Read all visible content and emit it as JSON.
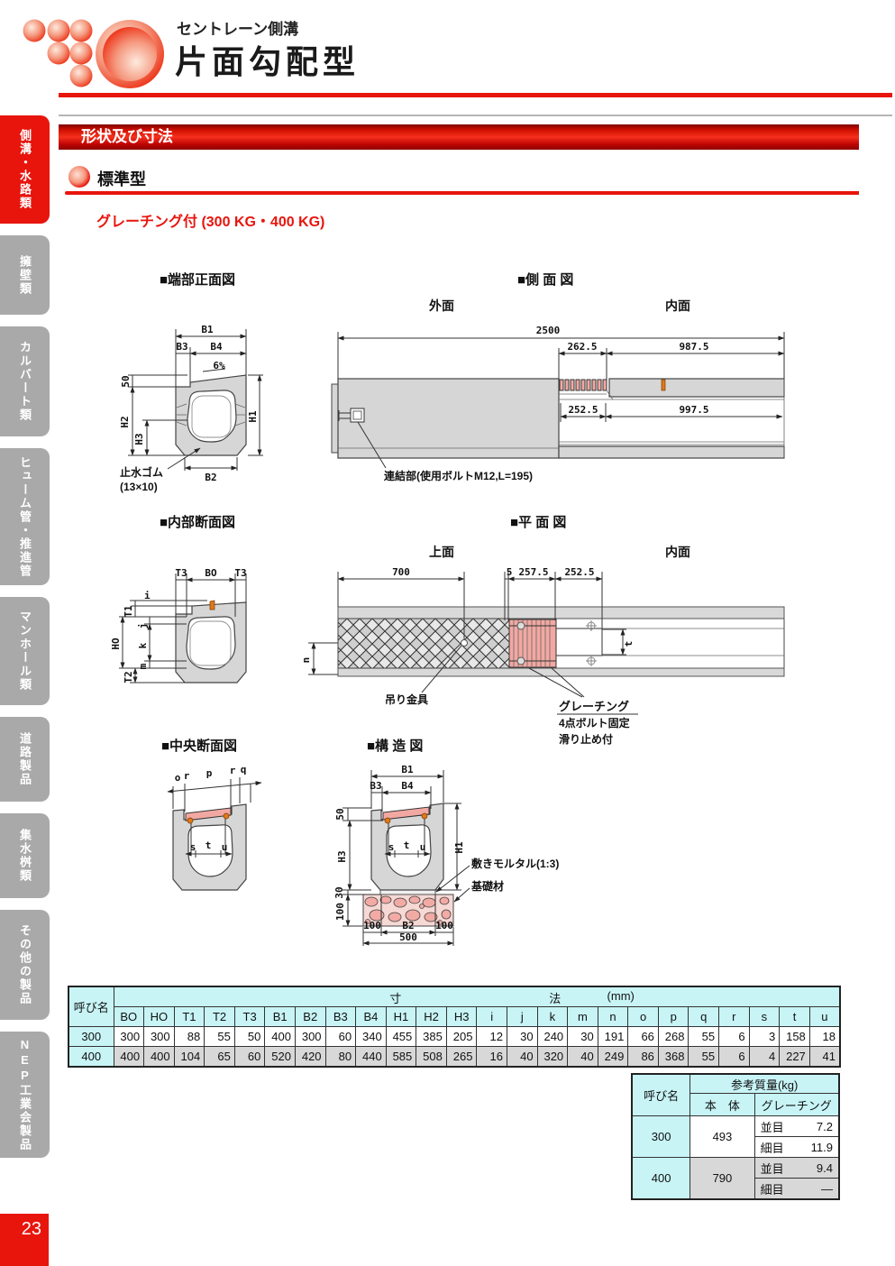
{
  "page": {
    "series_title": "セントレーン側溝",
    "product_title": "片面勾配型",
    "section_banner": "形状及び寸法",
    "subsection_heading": "標準型",
    "variant_note": "グレーチング付  (300 KG・400 KG)",
    "page_number": "23"
  },
  "sidebar": {
    "items": [
      {
        "label": "側溝・水路類",
        "active": true
      },
      {
        "label": "擁壁類",
        "active": false
      },
      {
        "label": "カルバート類",
        "active": false
      },
      {
        "label": "ヒューム管・推進管",
        "active": false
      },
      {
        "label": "マンホール類",
        "active": false
      },
      {
        "label": "道路製品",
        "active": false
      },
      {
        "label": "集水桝類",
        "active": false
      },
      {
        "label": "その他の製品",
        "active": false
      },
      {
        "label": "NEP工業会製品",
        "active": false
      }
    ]
  },
  "drawings": {
    "end_front": {
      "title": "■端部正面図",
      "b1": "B1",
      "b3": "B3",
      "b4": "B4",
      "slope": "6%",
      "d50": "50",
      "h1": "H1",
      "h2": "H2",
      "h3": "H3",
      "b2": "B2",
      "callout_line1": "止水ゴム",
      "callout_line2": "(13×10)"
    },
    "side": {
      "title": "■側 面 図",
      "outer_face": "外面",
      "inner_face": "内面",
      "total": "2500",
      "top_seg1": "262.5",
      "top_seg2": "987.5",
      "mid_seg1": "252.5",
      "mid_seg2": "997.5",
      "callout": "連結部(使用ボルトM12,L=195)"
    },
    "inner_section": {
      "title": "■内部断面図",
      "t3_left": "T3",
      "b0": "BO",
      "t3_right": "T3",
      "i": "i",
      "t1": "T1",
      "j": "j",
      "h0": "HO",
      "k": "k",
      "m": "m",
      "t2": "T2"
    },
    "plan": {
      "title": "■平 面 図",
      "top_face": "上面",
      "inner_face": "内面",
      "d700": "700",
      "d5": "5",
      "d257": "257.5",
      "d252": "252.5",
      "n": "n",
      "t": "t",
      "hook_callout": "吊り金具",
      "grating_callout1": "グレーチング",
      "grating_callout2": "4点ボルト固定",
      "grating_callout3": "滑り止め付"
    },
    "center_section": {
      "title": "■中央断面図",
      "o": "o",
      "r1": "r",
      "p": "p",
      "r2": "r",
      "q": "q",
      "s": "s",
      "t": "t",
      "u": "u"
    },
    "structure": {
      "title": "■構 造 図",
      "b1": "B1",
      "b3": "B3",
      "b4": "B4",
      "d50": "50",
      "h3": "H3",
      "d30": "30",
      "d100_left": "100",
      "h1": "H1",
      "s": "s",
      "t": "t",
      "u": "u",
      "mortar_callout": "敷きモルタル(1:3)",
      "base_callout": "基礎材",
      "d100_a": "100",
      "b2": "B2",
      "d100_b": "100",
      "d500": "500"
    }
  },
  "dim_table": {
    "corner_header": "呼び名",
    "span_left": "寸",
    "span_right": "法",
    "span_unit": "(mm)",
    "columns": [
      "BO",
      "HO",
      "T1",
      "T2",
      "T3",
      "B1",
      "B2",
      "B3",
      "B4",
      "H1",
      "H2",
      "H3",
      "i",
      "j",
      "k",
      "m",
      "n",
      "o",
      "p",
      "q",
      "r",
      "s",
      "t",
      "u"
    ],
    "rows": [
      {
        "name": "300",
        "values": [
          "300",
          "300",
          "88",
          "55",
          "50",
          "400",
          "300",
          "60",
          "340",
          "455",
          "385",
          "205",
          "12",
          "30",
          "240",
          "30",
          "191",
          "66",
          "268",
          "55",
          "6",
          "3",
          "158",
          "18"
        ]
      },
      {
        "name": "400",
        "values": [
          "400",
          "400",
          "104",
          "65",
          "60",
          "520",
          "420",
          "80",
          "440",
          "585",
          "508",
          "265",
          "16",
          "40",
          "320",
          "40",
          "249",
          "86",
          "368",
          "55",
          "6",
          "4",
          "227",
          "41"
        ]
      }
    ]
  },
  "weight_table": {
    "corner_header": "呼び名",
    "span_header": "参考質量(kg)",
    "col_body": "本　体",
    "col_grating": "グレーチング",
    "rows": [
      {
        "name": "300",
        "body": "493",
        "grating": [
          {
            "label": "並目",
            "value": "7.2"
          },
          {
            "label": "細目",
            "value": "11.9"
          }
        ]
      },
      {
        "name": "400",
        "body": "790",
        "grating": [
          {
            "label": "並目",
            "value": "9.4"
          },
          {
            "label": "細目",
            "value": "—"
          }
        ]
      }
    ]
  },
  "colors": {
    "accent_red": "#e8150d",
    "tab_gray": "#a9a9a9",
    "table_header_cyan": "#c8f4f6",
    "row_alt_gray": "#d8d8d8",
    "drawing_gray": "#d6d6d6",
    "grating_pink": "#f2a8a2",
    "bolt_orange": "#e07818"
  }
}
